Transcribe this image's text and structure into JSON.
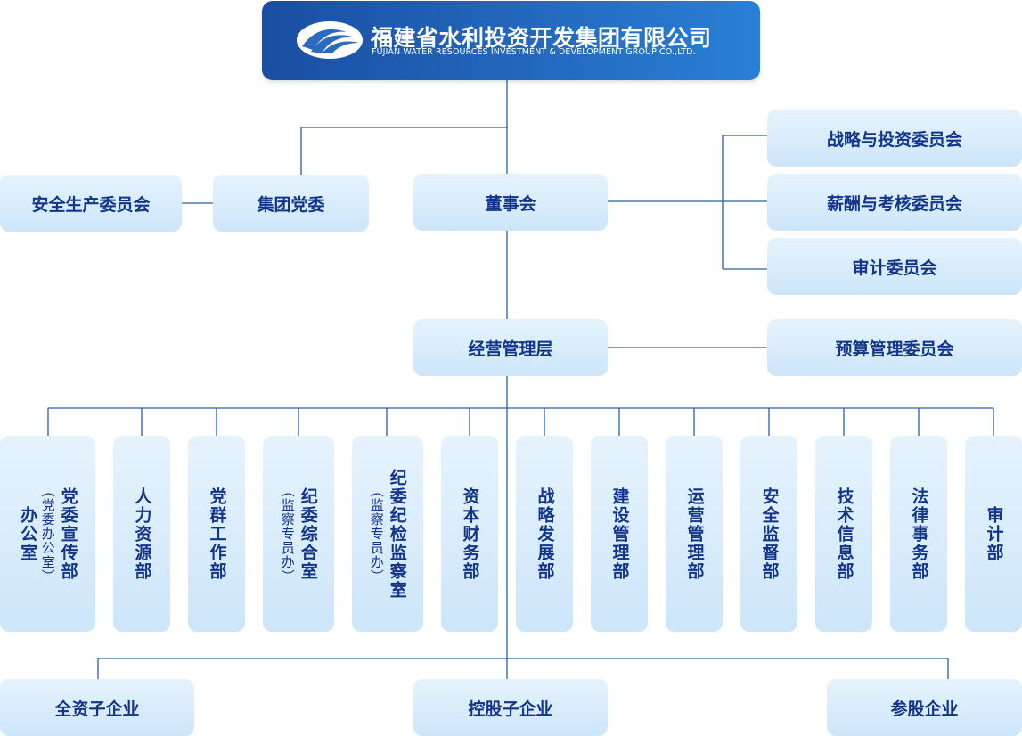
{
  "company": {
    "name_cn": "福建省水利投资开发集团有限公司",
    "name_en": "FUJIAN WATER RESOURCES INVESTMENT & DEVELOPMENT GROUP CO.,LTD."
  },
  "nodes": {
    "safety_committee": "安全生产委员会",
    "party_committee": "集团党委",
    "board": "董事会",
    "strategy_committee": "战略与投资委员会",
    "salary_committee": "薪酬与考核委员会",
    "audit_committee": "审计委员会",
    "management": "经营管理层",
    "budget_committee": "预算管理委员会",
    "wholly_owned": "全资子企业",
    "holding": "控股子企业",
    "participating": "参股企业"
  },
  "departments": [
    {
      "main": "党委宣传部",
      "note": "（党委办公室）",
      "main2": "办公室"
    },
    {
      "main": "人力资源部"
    },
    {
      "main": "党群工作部"
    },
    {
      "main": "纪委综合室",
      "note": "（监察专员办）"
    },
    {
      "main": "纪委纪检监察室",
      "note": "（监察专员办）"
    },
    {
      "main": "资本财务部"
    },
    {
      "main": "战略发展部"
    },
    {
      "main": "建设管理部"
    },
    {
      "main": "运营管理部"
    },
    {
      "main": "安全监督部"
    },
    {
      "main": "技术信息部"
    },
    {
      "main": "法律事务部"
    },
    {
      "main": "审计部"
    }
  ],
  "colors": {
    "header_start": "#1a4ea2",
    "header_end": "#2a7fd6",
    "box_light": "#e6f3fd",
    "box_dark": "#cde6fa",
    "text": "#12358a",
    "line": "#2a5ea8"
  }
}
